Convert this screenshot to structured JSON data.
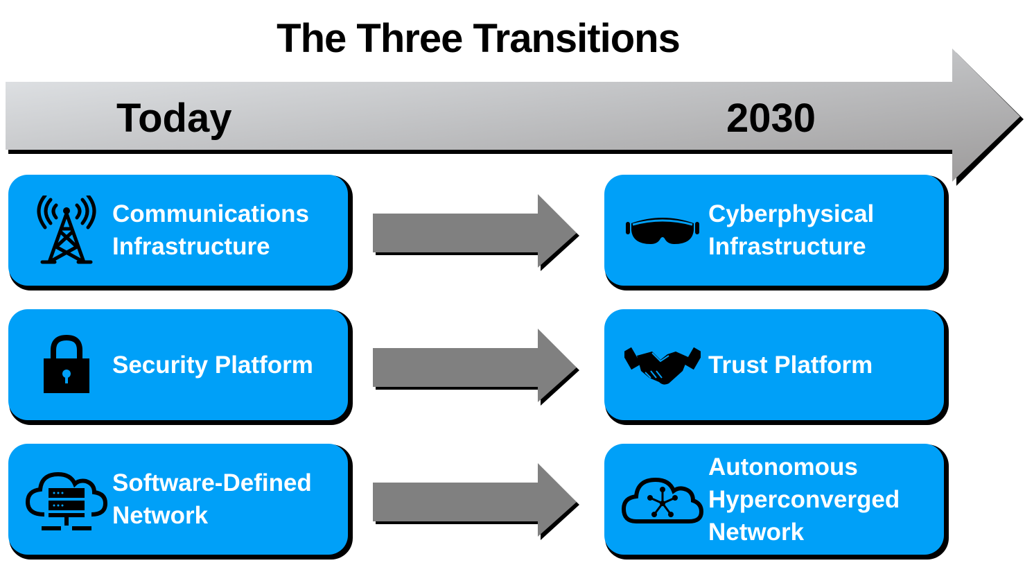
{
  "title": "The Three Transitions",
  "timeline": {
    "start_label": "Today",
    "end_label": "2030"
  },
  "colors": {
    "box_fill": "#00a0f8",
    "box_text": "#ffffff",
    "connector_arrow": "#808080",
    "timeline_arrow_light": "#e4e7ea",
    "timeline_arrow_dark": "#9e9c9c"
  },
  "transitions": [
    {
      "from": {
        "icon": "cell-tower-icon",
        "lines": [
          "Communications",
          "Infrastructure"
        ]
      },
      "to": {
        "icon": "ar-headset-icon",
        "lines": [
          "Cyberphysical",
          "Infrastructure"
        ]
      }
    },
    {
      "from": {
        "icon": "padlock-icon",
        "lines": [
          "Security Platform"
        ]
      },
      "to": {
        "icon": "handshake-icon",
        "lines": [
          "Trust Platform"
        ]
      }
    },
    {
      "from": {
        "icon": "cloud-server-icon",
        "lines": [
          "Software-Defined",
          "Network"
        ]
      },
      "to": {
        "icon": "cloud-network-icon",
        "lines": [
          "Autonomous",
          "Hyperconverged",
          "Network"
        ]
      }
    }
  ]
}
